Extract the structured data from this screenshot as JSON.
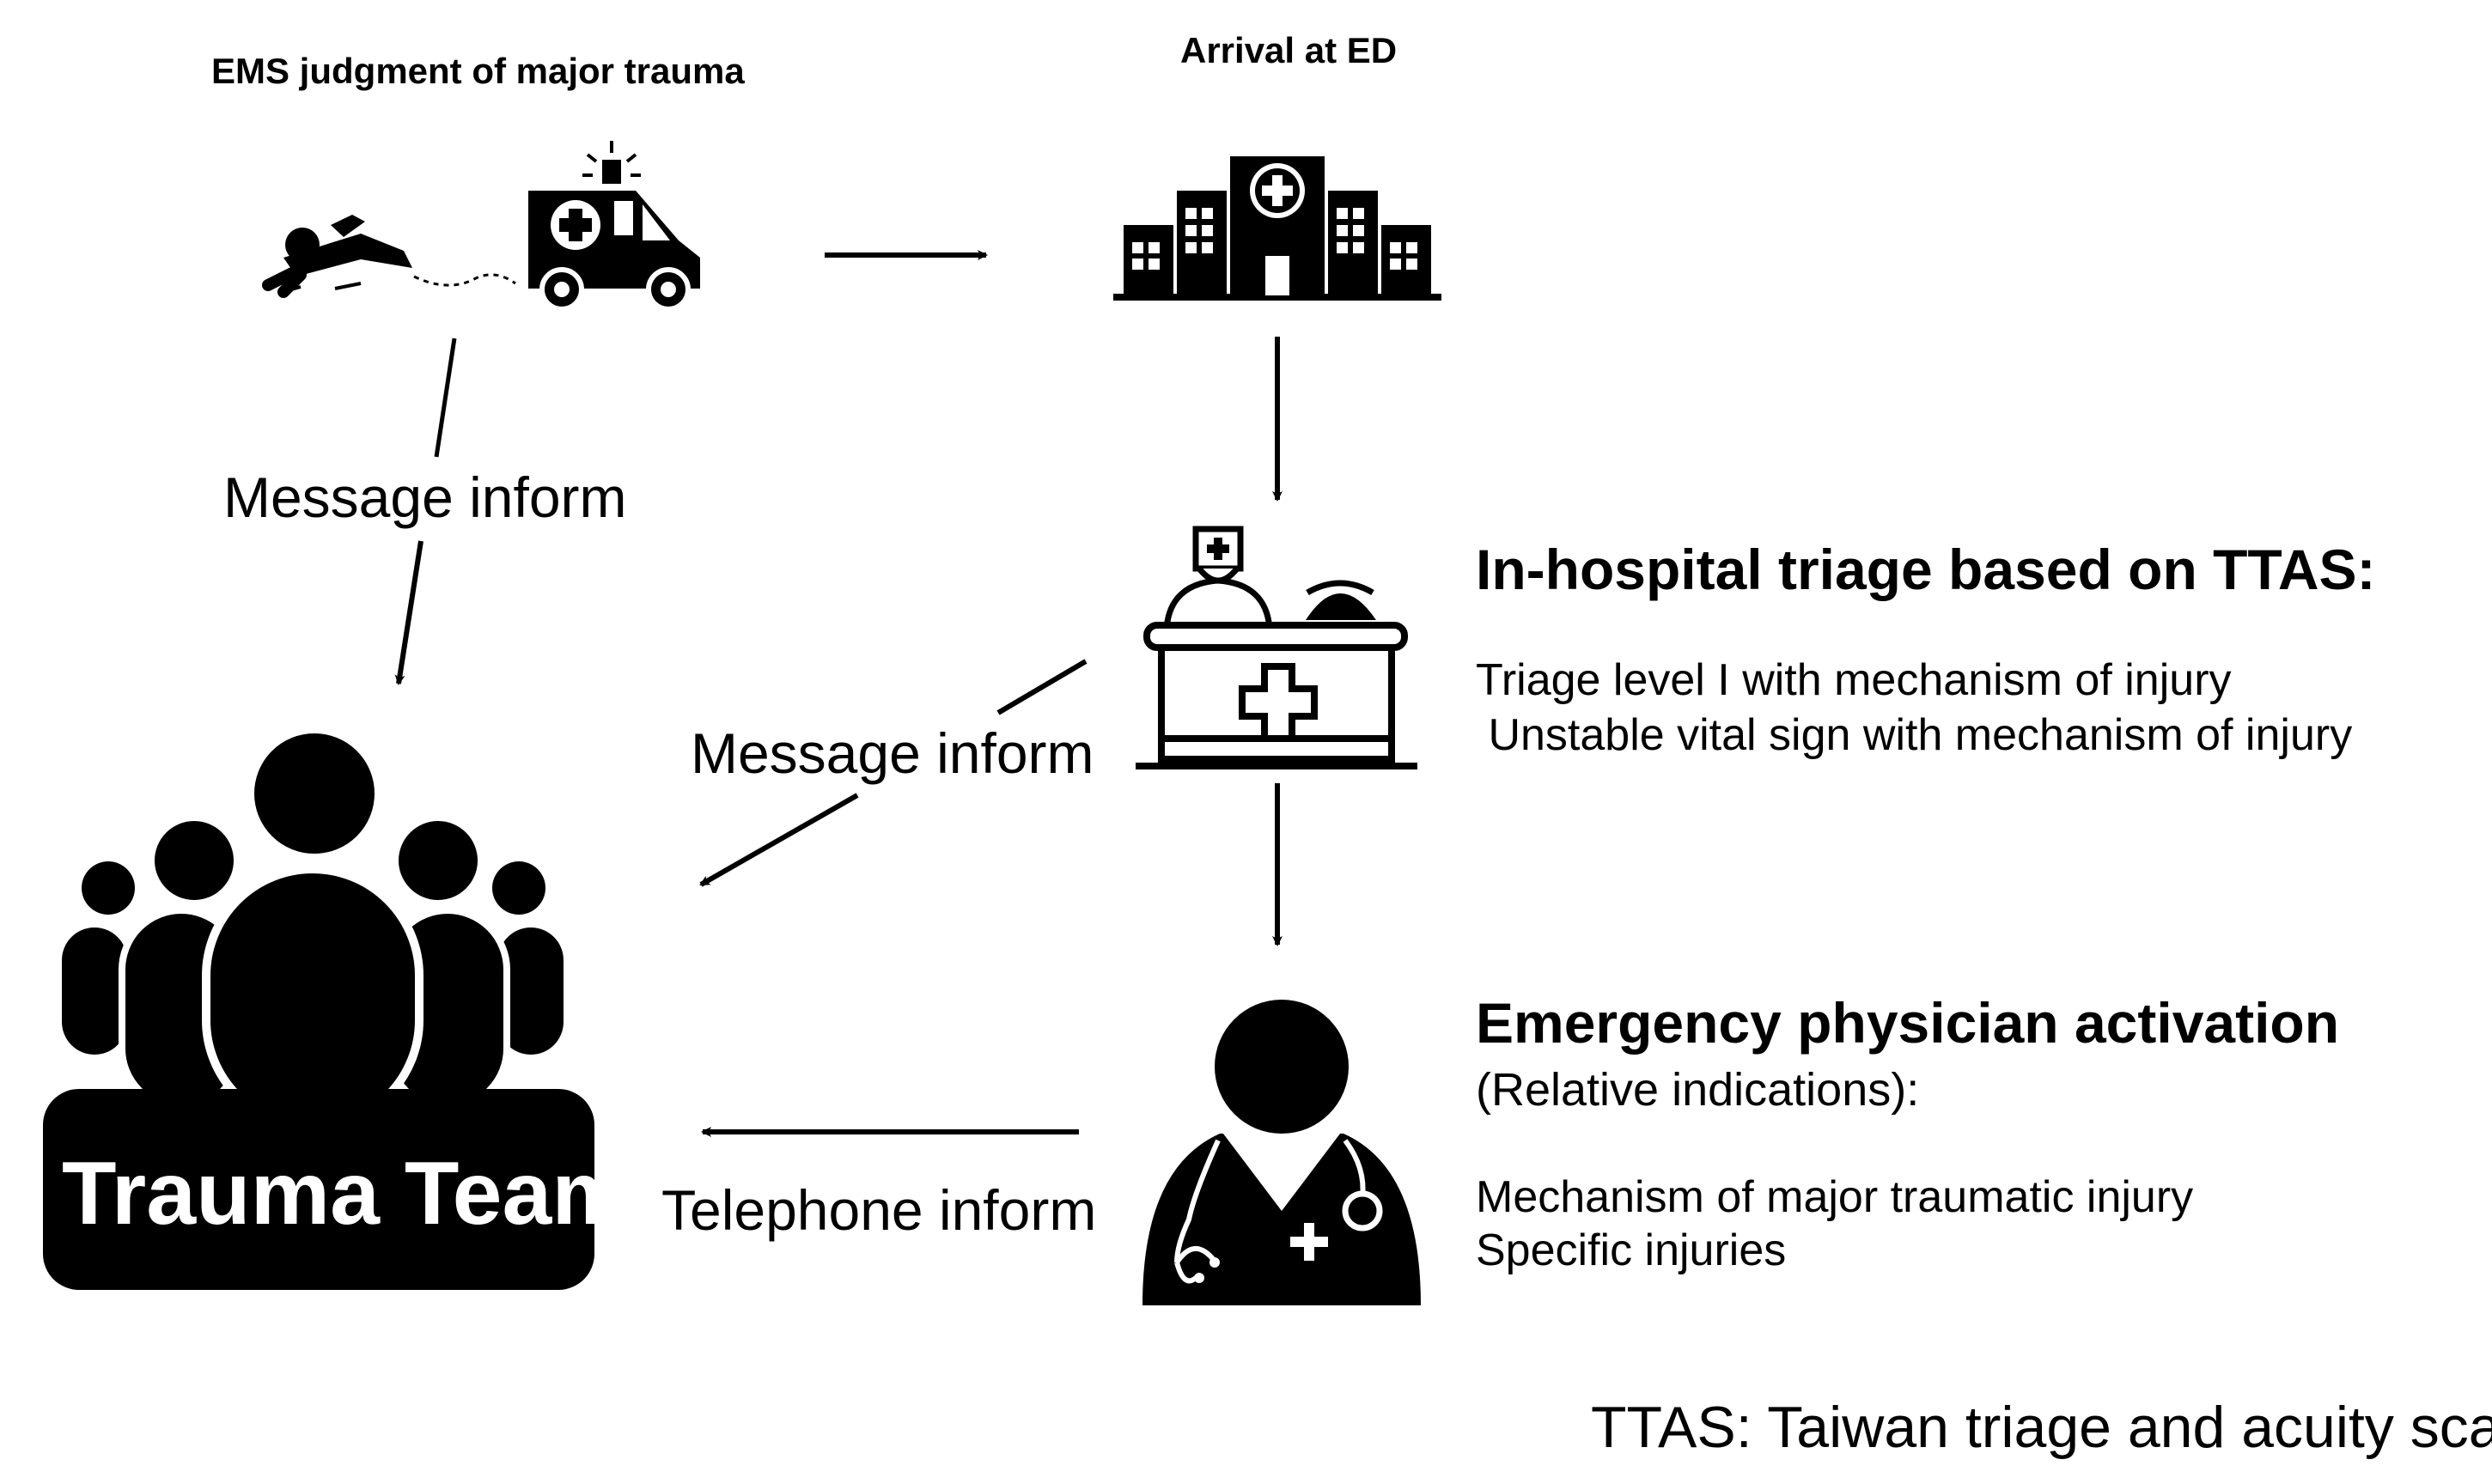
{
  "labels": {
    "ems": "EMS judgment of major trauma",
    "arrival": "Arrival at ED",
    "msg1": "Message inform",
    "msg2": "Message inform",
    "tel": "Telephone inform",
    "team": "Trauma Team"
  },
  "triage": {
    "title": "In-hospital triage based on TTAS:",
    "items": [
      "Triage level I with mechanism of injury",
      " Unstable vital sign with mechanism of injury"
    ]
  },
  "physician": {
    "title": "Emergency physician activation",
    "subtitle": "(Relative indications):",
    "items": [
      "Mechanism of major traumatic injury",
      "Specific injuries"
    ]
  },
  "footnote": "TTAS: Taiwan triage and acuity scale"
}
